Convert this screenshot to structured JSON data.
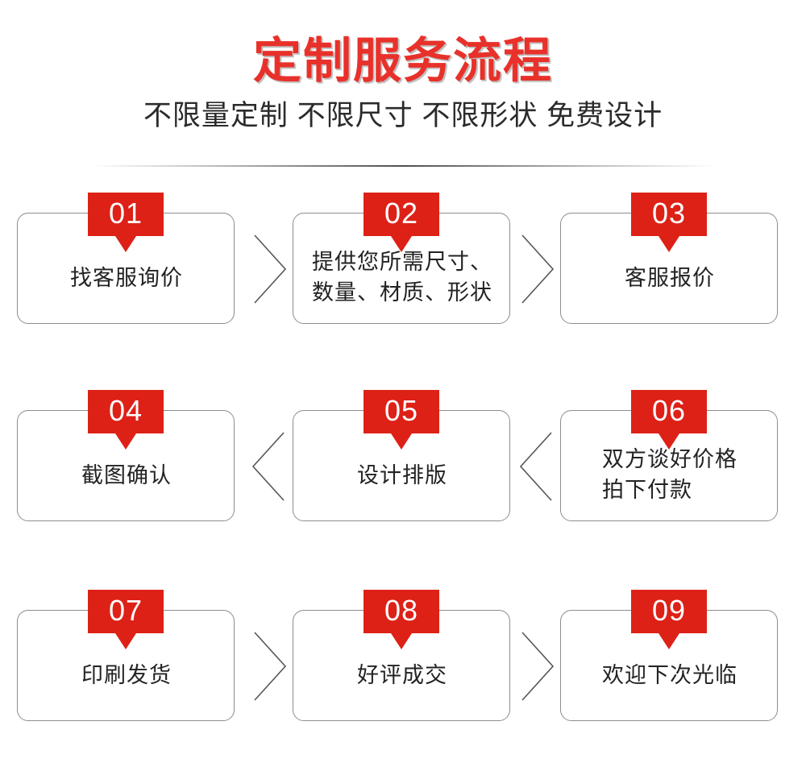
{
  "header": {
    "title": "定制服务流程",
    "subtitle": "不限量定制 不限尺寸 不限形状 免费设计",
    "title_color": "#e8312a",
    "subtitle_color": "#2b2b2b",
    "divider": "gradient-divider"
  },
  "theme": {
    "badge_red": "#dd2117",
    "card_border": "#8d8d8d",
    "text_color": "#232323",
    "background": "#ffffff"
  },
  "flow": {
    "rows": [
      {
        "direction": "right",
        "arrow_icon": "chevron-right-icon",
        "steps": [
          {
            "number": "01",
            "lines": [
              "找客服询价"
            ]
          },
          {
            "number": "02",
            "lines": [
              "提供您所需尺寸、",
              "数量、材质、形状"
            ]
          },
          {
            "number": "03",
            "lines": [
              "客服报价"
            ]
          }
        ]
      },
      {
        "direction": "left",
        "arrow_icon": "chevron-left-icon",
        "steps": [
          {
            "number": "04",
            "lines": [
              "截图确认"
            ]
          },
          {
            "number": "05",
            "lines": [
              "设计排版"
            ]
          },
          {
            "number": "06",
            "lines": [
              "双方谈好价格",
              "拍下付款"
            ]
          }
        ]
      },
      {
        "direction": "right",
        "arrow_icon": "chevron-right-icon",
        "steps": [
          {
            "number": "07",
            "lines": [
              "印刷发货"
            ]
          },
          {
            "number": "08",
            "lines": [
              "好评成交"
            ]
          },
          {
            "number": "09",
            "lines": [
              "欢迎下次光临"
            ]
          }
        ]
      }
    ]
  }
}
